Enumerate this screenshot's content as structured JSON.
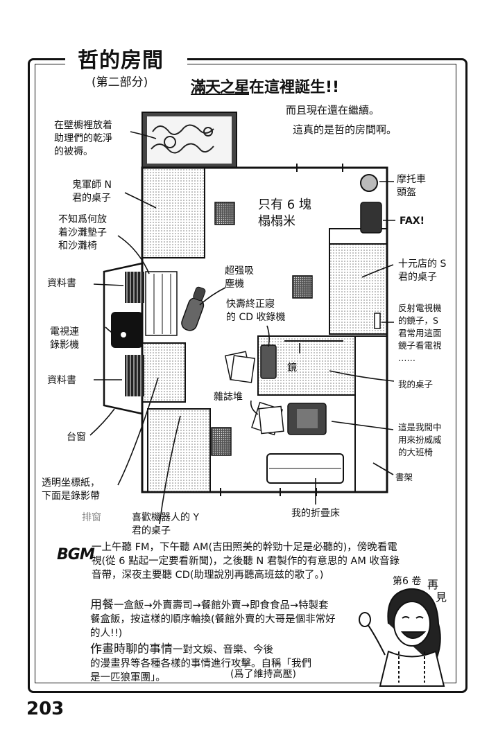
{
  "header": {
    "title": "哲的房間",
    "subtitle": "(第二部分)",
    "headline_bold": "滿天之星",
    "headline_rest": "在這裡誕生!!",
    "intro_line1": "而且現在還在繼續。",
    "intro_line2": "這真的是哲的房間啊。"
  },
  "labels": {
    "closet": "在壁櫥裡放着\n助理們的乾淨\n的被褥。",
    "desk_n": "鬼軍師 N\n君的桌子",
    "tatami": "只有 6 塊\n榻榻米",
    "helmet": "摩托車\n頭盔",
    "fax": "FAX!",
    "beach": "不知爲何放\n着沙灘墊子\n和沙灘椅",
    "desk_s": "十元店的 S\n君的桌子",
    "books1": "資料書",
    "vacuum": "超强吸\n塵機",
    "cd": "快壽終正寢\n的 CD 收錄機",
    "mirror_tv": "反射電視機\n的鏡子，S\n君常用這面\n鏡子看電視\n……",
    "tv": "電視連\n錄影機",
    "mirror": "鏡",
    "my_desk": "我的桌子",
    "books2": "資料書",
    "magazines": "雜誌堆",
    "chair": "這是我間中\n用來扮威威\n的大班椅",
    "window": "台窗",
    "bookshelf": "書架",
    "sticker": "透明坐標紙，\n下面是錄影帶",
    "futon": "我的折疊床",
    "blind": "排窗",
    "desk_y": "喜歡機器人的 Y\n君的桌子"
  },
  "bottom": {
    "bgm_mark": "BGM",
    "bgm_text": "一上午聽 FM，下午聽 AM(吉田照美的幹勁十足是必聽的)，傍晚看電\n視(從 6 點起一定要看新聞)，之後聽 N 君製作的有意思的 AM 收音錄\n音帶，深夜主要聽 CD(助理說別再聽高班兹的歌了。)",
    "meal_label": "用餐",
    "meal_text": "一盒飯→外賣壽司→餐館外賣→即食食品→特製套\n餐盒飯，按這樣的順序輪換(餐館外賣的大哥是個非常好\n的人!!)",
    "chat_label": "作畫時聊的事情",
    "chat_text": "一對文娛、音樂、今後\n的漫畫界等各種各樣的事情進行攻擊。自稱「我們\n是一匹狼軍團」。",
    "volume": "第6 卷",
    "goodbye_1": "再",
    "goodbye_2": "見",
    "note": "(爲了維持高壓)"
  },
  "page_number": "203"
}
